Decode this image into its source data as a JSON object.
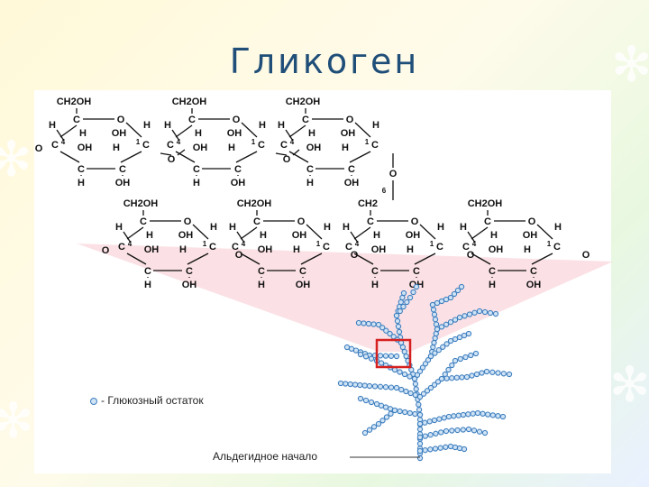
{
  "slide": {
    "title": "Гликоген"
  },
  "formula": {
    "ch2oh": "CH2OH",
    "ch2": "CH2",
    "c": "C",
    "o": "O",
    "h": "H",
    "oh": "OH",
    "num1": "1",
    "num4": "4",
    "num6": "6"
  },
  "legend": {
    "label": "- Глюкозный остаток"
  },
  "annotation": {
    "aldehyde_label": "Альдегидное начало"
  },
  "colors": {
    "title": "#1f4e79",
    "bead_stroke": "#3f7fbf",
    "bead_fill": "#cfe3f5",
    "highlight_box": "#d62020",
    "projection_pink": "#f7c9cf"
  }
}
